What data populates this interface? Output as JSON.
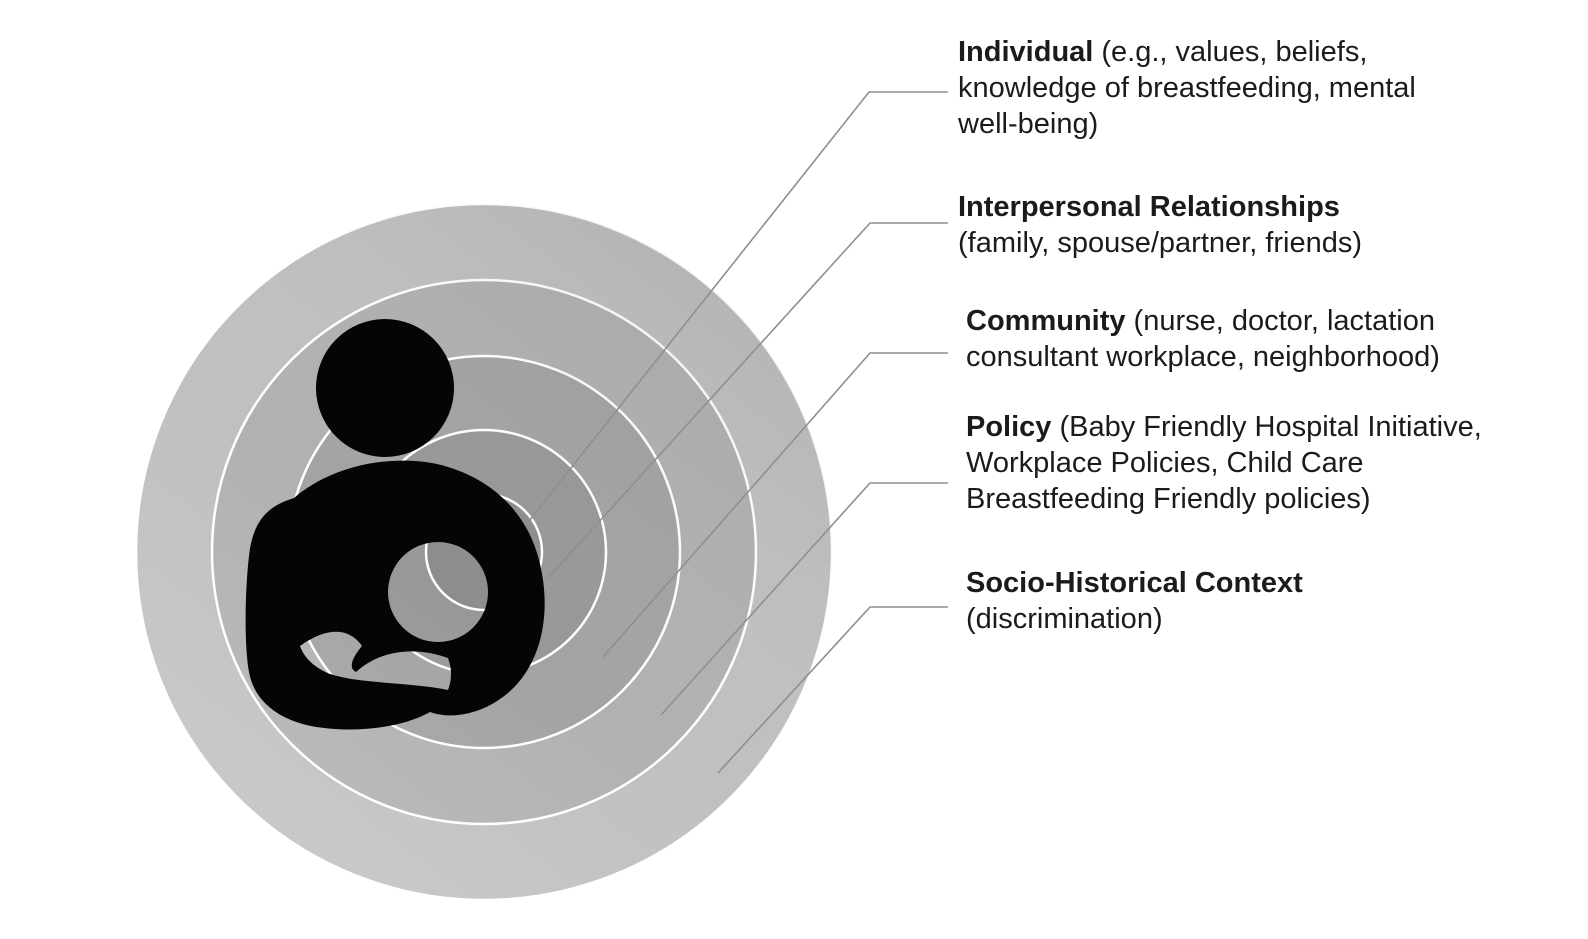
{
  "figure": {
    "name": "socio-ecological-model-of-breastfeeding",
    "center_icon": "breastfeeding-mother-and-baby-icon",
    "colors": {
      "background": "#ffffff",
      "ring_stroke": "#ffffff",
      "icon": "#050505",
      "connector": "#8f8f8f",
      "text": "#1b1b1b"
    },
    "levels": [
      {
        "id": "individual",
        "title": "Individual",
        "description": "(e.g., values, beliefs, knowledge of breastfeeding, mental well-being)",
        "ring_color": "#8d8d8d",
        "lines": [
          {
            "bold": "Individual",
            "rest": " (e.g., values, beliefs,"
          },
          {
            "rest": "knowledge of breastfeeding, mental"
          },
          {
            "rest": "well-being)"
          }
        ]
      },
      {
        "id": "interpersonal",
        "title": "Interpersonal Relationships",
        "description": "(family, spouse/partner, friends)",
        "ring_color": "#989898",
        "lines": [
          {
            "bold": "Interpersonal Relationships",
            "rest": ""
          },
          {
            "rest": "(family, spouse/partner, friends)"
          }
        ]
      },
      {
        "id": "community",
        "title": "Community",
        "description": "(nurse, doctor, lactation consultant workplace, neighborhood)",
        "ring_color": "#a3a3a3",
        "lines": [
          {
            "bold": "Community",
            "rest": " (nurse, doctor, lactation"
          },
          {
            "rest": "consultant workplace, neighborhood)"
          }
        ]
      },
      {
        "id": "policy",
        "title": "Policy",
        "description": "(Baby Friendly Hospital Initiative, Workplace Policies, Child Care Breastfeeding Friendly policies)",
        "ring_color": "#b1b1b1",
        "lines": [
          {
            "bold": "Policy",
            "rest": " (Baby Friendly Hospital Initiative,"
          },
          {
            "rest": "Workplace Policies, Child Care"
          },
          {
            "rest": "Breastfeeding Friendly policies)"
          }
        ]
      },
      {
        "id": "socio-historical",
        "title": "Socio-Historical Context",
        "description": "(discrimination)",
        "ring_color": "#c0c0c0",
        "lines": [
          {
            "bold": "Socio-Historical Context",
            "rest": ""
          },
          {
            "rest": "(discrimination)"
          }
        ]
      }
    ]
  }
}
